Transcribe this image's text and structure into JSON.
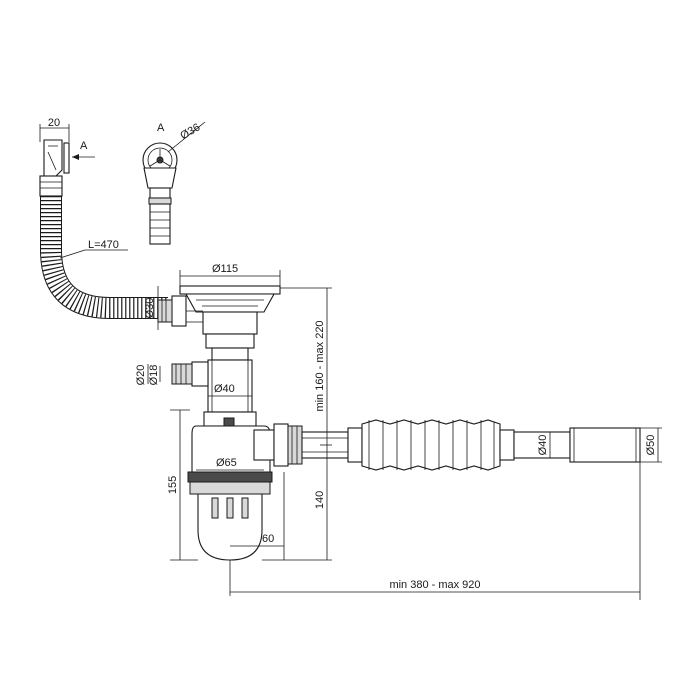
{
  "labels": {
    "width_20": "20",
    "view_a_arrow": "A",
    "view_a_title": "A",
    "dia_36": "Ø36",
    "hose_length": "L=470",
    "dia_115": "Ø115",
    "dia_30": "Ø30",
    "dia_20": "Ø20",
    "dia_18": "Ø18",
    "dia_40_vertical": "Ø40",
    "height_range": "min 160 - max 220",
    "dia_65": "Ø65",
    "height_155": "155",
    "height_140": "140",
    "width_60": "60",
    "dia_40_hose": "Ø40",
    "dia_50": "Ø50",
    "length_range": "min 380 - max 920"
  },
  "colors": {
    "line": "#1a1a1a",
    "fill": "#d9d9d9",
    "dark": "#4a4a4a"
  }
}
